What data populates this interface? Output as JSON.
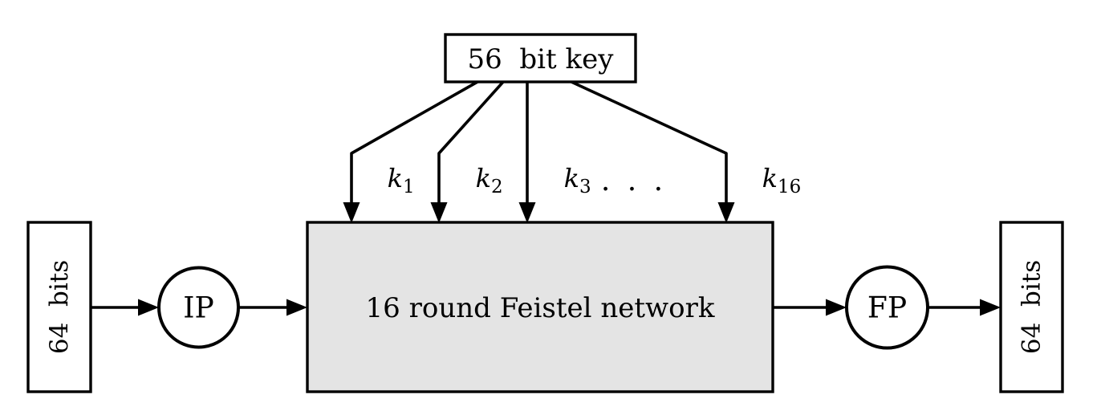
{
  "key_box": {
    "label": "56  bit key"
  },
  "round_keys": {
    "items": [
      {
        "base": "k",
        "sub": "1"
      },
      {
        "base": "k",
        "sub": "2"
      },
      {
        "base": "k",
        "sub": "3"
      },
      {
        "base": "k",
        "sub": "16"
      }
    ],
    "ellipsis": ". . ."
  },
  "feistel_box": {
    "label": "16 round Feistel network"
  },
  "input_box": {
    "label": "64  bits"
  },
  "output_box": {
    "label": "64  bits"
  },
  "ip_node": {
    "label": "IP"
  },
  "fp_node": {
    "label": "FP"
  },
  "colors": {
    "stroke": "#000000",
    "feistel_fill": "#e4e4e4",
    "node_fill": "#ffffff",
    "background": "#ffffff"
  }
}
